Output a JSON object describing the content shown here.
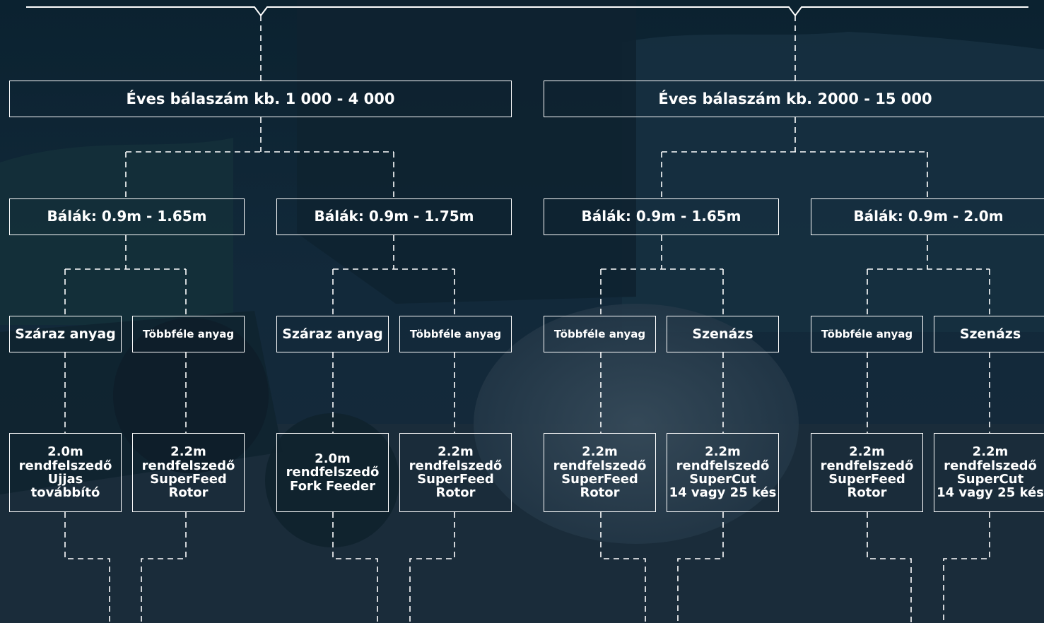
{
  "colors": {
    "line": "#ffffff",
    "overlay": "#0d2233"
  },
  "tier1": [
    {
      "label": "Éves bálaszám kb. 1 000 - 4 000"
    },
    {
      "label": "Éves bálaszám kb. 2000 - 15 000"
    }
  ],
  "tier2": [
    {
      "label": "Bálák: 0.9m - 1.65m"
    },
    {
      "label": "Bálák: 0.9m - 1.75m"
    },
    {
      "label": "Bálák: 0.9m - 1.65m"
    },
    {
      "label": "Bálák: 0.9m - 2.0m"
    }
  ],
  "tier3": [
    {
      "label": "Száraz anyag"
    },
    {
      "label": "Többféle anyag"
    },
    {
      "label": "Száraz anyag"
    },
    {
      "label": "Többféle anyag"
    },
    {
      "label": "Többféle anyag"
    },
    {
      "label": "Szenázs"
    },
    {
      "label": "Többféle anyag"
    },
    {
      "label": "Szenázs"
    }
  ],
  "tier4": [
    {
      "lines": [
        "2.0m",
        "rendfelszedő",
        "Ujjas",
        "továbbító"
      ]
    },
    {
      "lines": [
        "2.2m",
        "rendfelszedő",
        "SuperFeed",
        "Rotor"
      ]
    },
    {
      "lines": [
        "2.0m",
        "rendfelszedő",
        "Fork Feeder"
      ]
    },
    {
      "lines": [
        "2.2m",
        "rendfelszedő",
        "SuperFeed",
        "Rotor"
      ]
    },
    {
      "lines": [
        "2.2m",
        "rendfelszedő",
        "SuperFeed",
        "Rotor"
      ]
    },
    {
      "lines": [
        "2.2m",
        "rendfelszedő",
        "SuperCut",
        "14 vagy 25 kés"
      ]
    },
    {
      "lines": [
        "2.2m",
        "rendfelszedő",
        "SuperFeed",
        "Rotor"
      ]
    },
    {
      "lines": [
        "2.2m",
        "rendfelszedő",
        "SuperCut",
        "14 vagy 25 kés"
      ]
    }
  ]
}
